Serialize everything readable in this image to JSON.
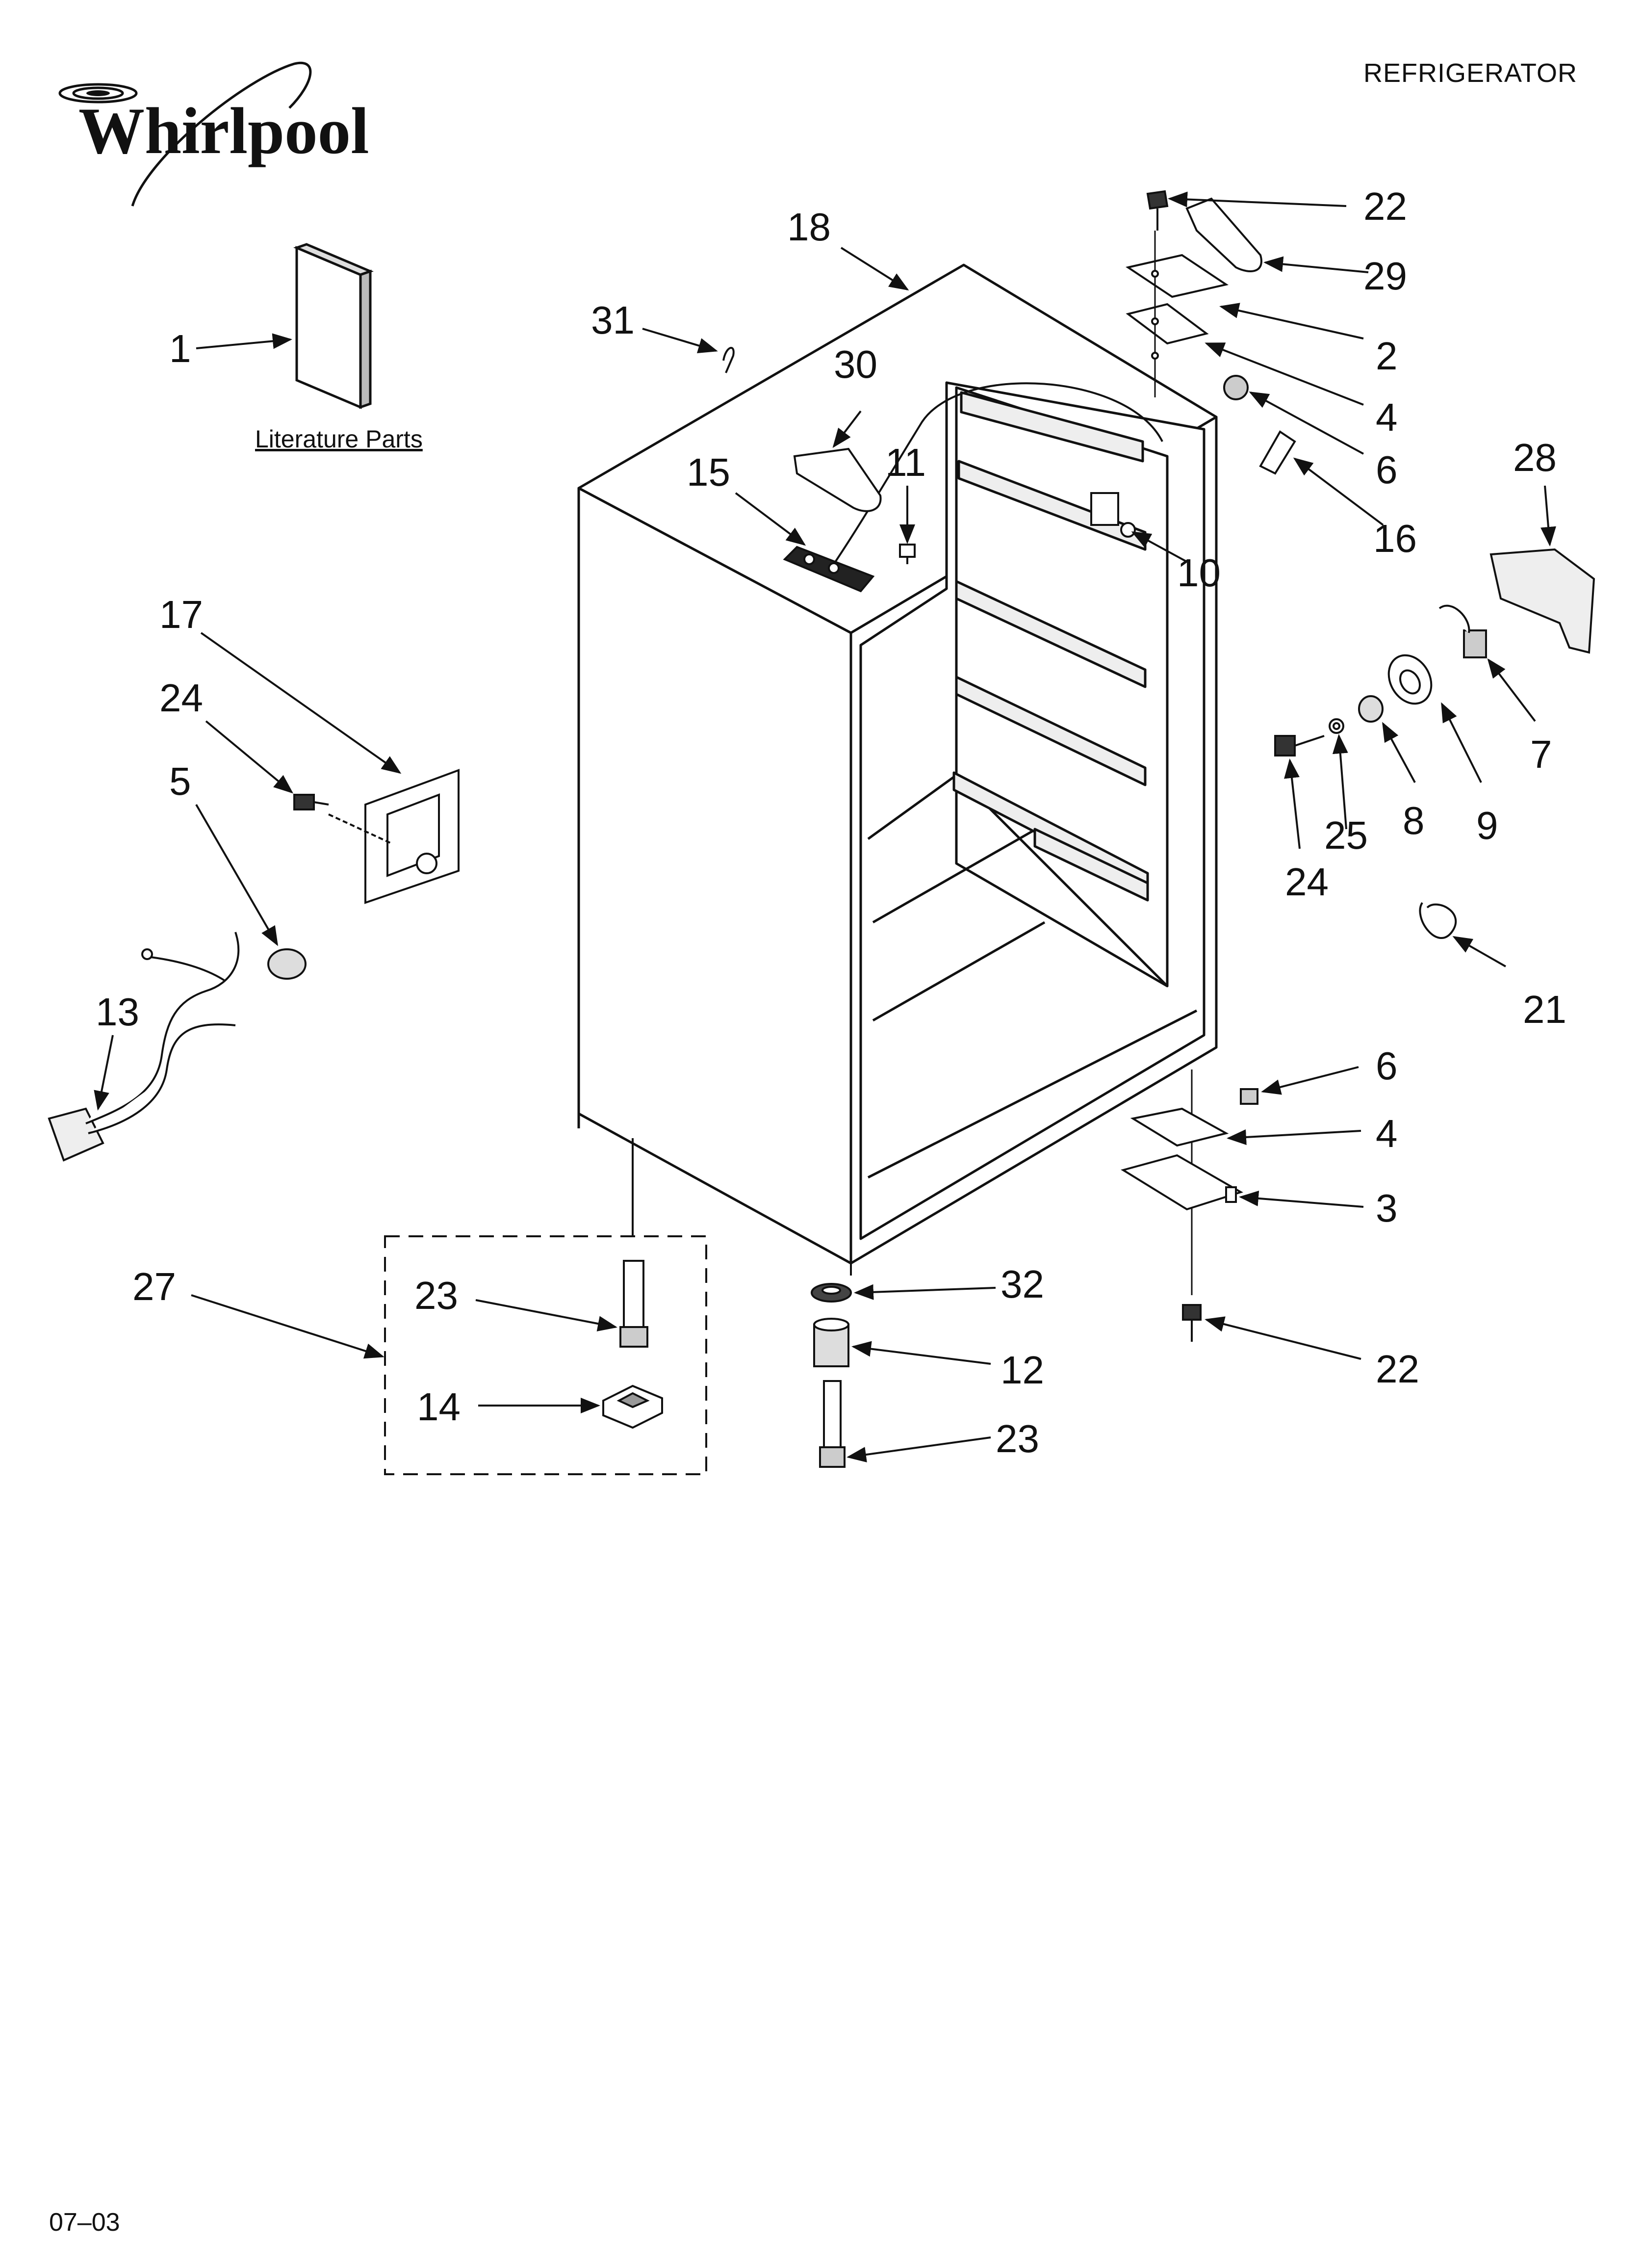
{
  "header": {
    "brand": "Whirlpool",
    "title": "REFRIGERATOR"
  },
  "footer": {
    "code": "07–03"
  },
  "literature": {
    "caption": "Literature Parts"
  },
  "callouts": [
    {
      "key": "c1",
      "label": "1"
    },
    {
      "key": "c2",
      "label": "2"
    },
    {
      "key": "c3",
      "label": "3"
    },
    {
      "key": "c4a",
      "label": "4"
    },
    {
      "key": "c4b",
      "label": "4"
    },
    {
      "key": "c5",
      "label": "5"
    },
    {
      "key": "c6a",
      "label": "6"
    },
    {
      "key": "c6b",
      "label": "6"
    },
    {
      "key": "c7",
      "label": "7"
    },
    {
      "key": "c8",
      "label": "8"
    },
    {
      "key": "c9",
      "label": "9"
    },
    {
      "key": "c10",
      "label": "10"
    },
    {
      "key": "c11",
      "label": "11"
    },
    {
      "key": "c12",
      "label": "12"
    },
    {
      "key": "c13",
      "label": "13"
    },
    {
      "key": "c14",
      "label": "14"
    },
    {
      "key": "c15",
      "label": "15"
    },
    {
      "key": "c16",
      "label": "16"
    },
    {
      "key": "c17",
      "label": "17"
    },
    {
      "key": "c18",
      "label": "18"
    },
    {
      "key": "c21",
      "label": "21"
    },
    {
      "key": "c22a",
      "label": "22"
    },
    {
      "key": "c22b",
      "label": "22"
    },
    {
      "key": "c23a",
      "label": "23"
    },
    {
      "key": "c23b",
      "label": "23"
    },
    {
      "key": "c24a",
      "label": "24"
    },
    {
      "key": "c24b",
      "label": "24"
    },
    {
      "key": "c25",
      "label": "25"
    },
    {
      "key": "c27",
      "label": "27"
    },
    {
      "key": "c28",
      "label": "28"
    },
    {
      "key": "c29",
      "label": "29"
    },
    {
      "key": "c30",
      "label": "30"
    },
    {
      "key": "c31",
      "label": "31"
    },
    {
      "key": "c32",
      "label": "32"
    }
  ]
}
